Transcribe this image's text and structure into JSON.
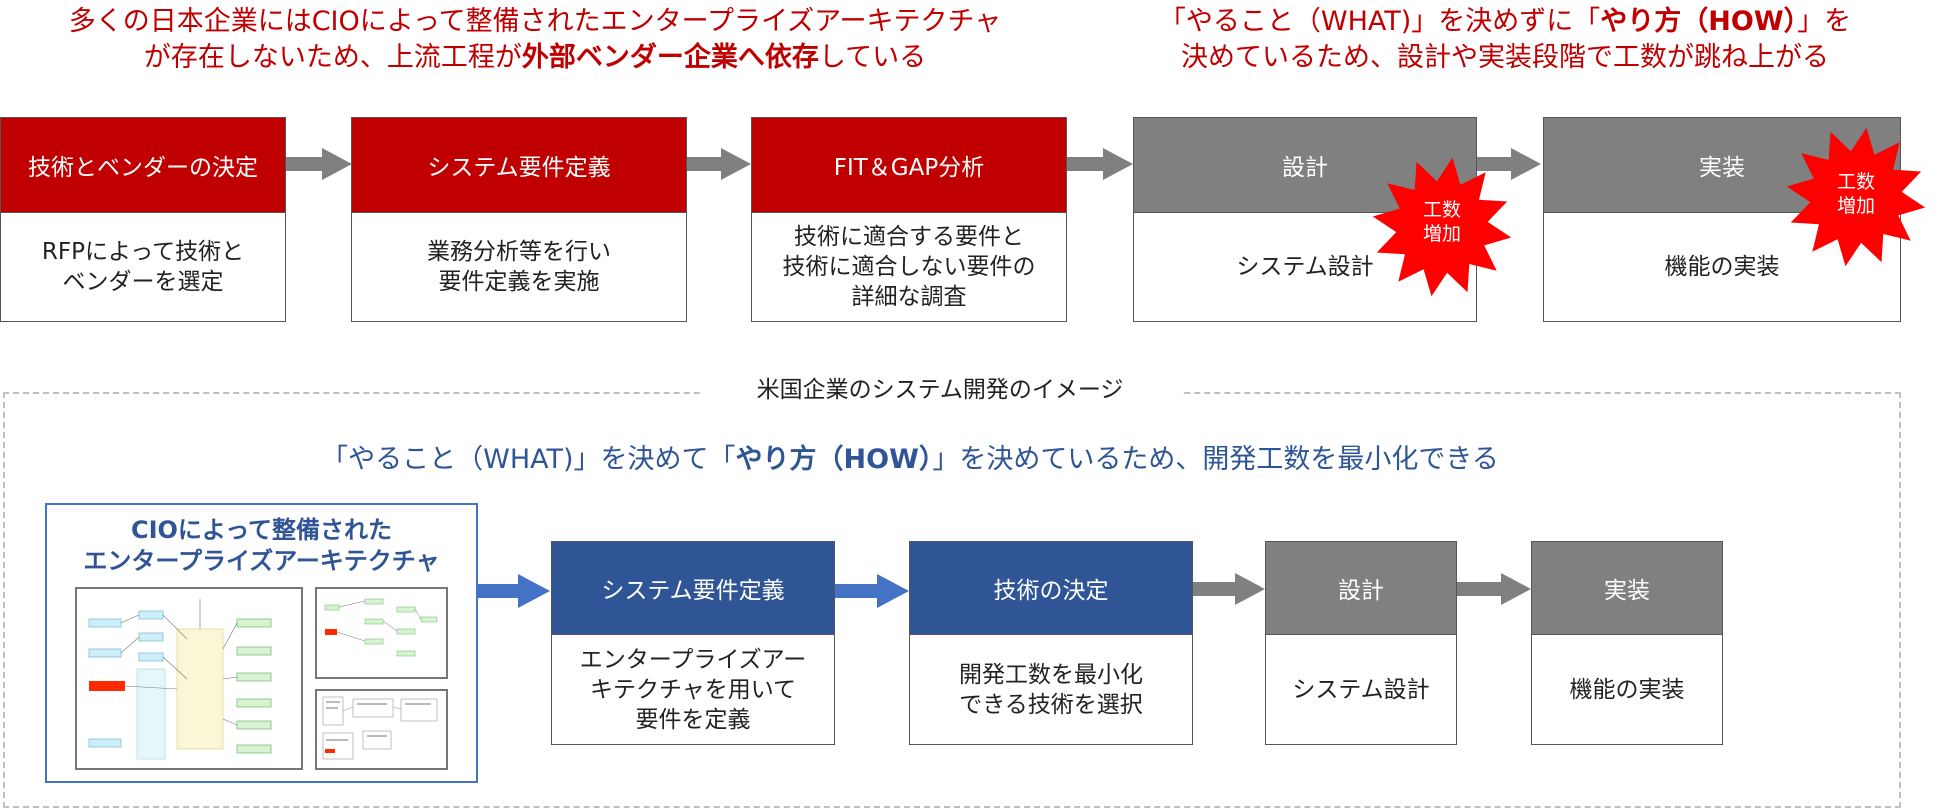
{
  "japan": {
    "note_left": {
      "line1": "多くの日本企業にはCIOによって整備されたエンタープライズアーキテクチャ",
      "line2_pre": "が存在しないため、上流工程が",
      "line2_bold": "外部ベンダー企業へ依存",
      "line2_post": "している"
    },
    "note_right": {
      "line1_pre": "「やること（WHAT)」を決めずに「",
      "line1_bold": "やり方（HOW）",
      "line1_post": "」を",
      "line2": "決めているため、設計や実装段階で工数が跳ね上がる"
    },
    "steps": [
      {
        "title": "技術とベンダーの決定",
        "desc": [
          "RFPによって技術と",
          "ベンダーを選定"
        ]
      },
      {
        "title": "システム要件定義",
        "desc": [
          "業務分析等を行い",
          "要件定義を実施"
        ]
      },
      {
        "title": "FIT＆GAP分析",
        "desc": [
          "技術に適合する要件と",
          "技術に適合しない要件の",
          "詳細な調査"
        ]
      },
      {
        "title": "設計",
        "desc": [
          "システム設計"
        ]
      },
      {
        "title": "実装",
        "desc": [
          "機能の実装"
        ]
      }
    ],
    "burst_labels": [
      [
        "工数",
        "増加"
      ],
      [
        "工数",
        "増加"
      ]
    ]
  },
  "us": {
    "section_title": "米国企業のシステム開発のイメージ",
    "note": {
      "pre": "「やること（WHAT)」を決めて「",
      "bold": "やり方（HOW）",
      "post": "」を決めているため、開発工数を最小化できる"
    },
    "ea_title": [
      "CIOによって整備された",
      "エンタープライズアーキテクチャ"
    ],
    "steps": [
      {
        "title": "システム要件定義",
        "desc": [
          "エンタープライズアー",
          "キテクチャを用いて",
          "要件を定義"
        ]
      },
      {
        "title": "技術の決定",
        "desc": [
          "開発工数を最小化",
          "できる技術を選択"
        ]
      },
      {
        "title": "設計",
        "desc": [
          "システム設計"
        ]
      },
      {
        "title": "実装",
        "desc": [
          "機能の実装"
        ]
      }
    ]
  },
  "colors": {
    "red": "#c00000",
    "gray": "#808080",
    "blue": "#2f5597",
    "burst": "#ff0000",
    "arrow_gray": "#808080",
    "arrow_blue": "#4472c4"
  }
}
